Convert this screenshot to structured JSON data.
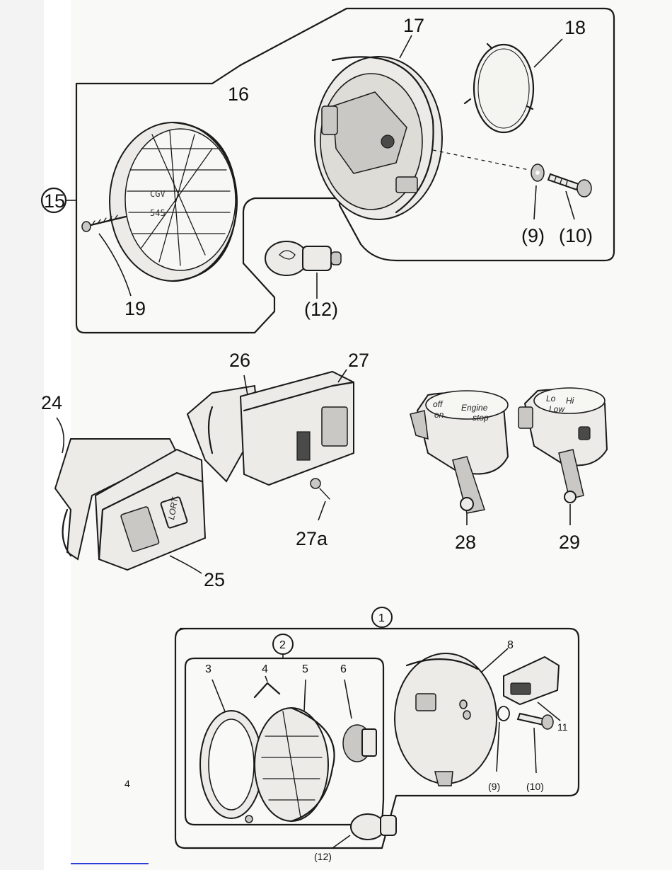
{
  "callouts": {
    "c1": "1",
    "c2": "2",
    "c3": "3",
    "c4": "4",
    "c5": "5",
    "c6": "6",
    "c8": "8",
    "c11": "11",
    "c9_bottom": "(9)",
    "c10_bottom": "(10)",
    "c12_bottom": "(12)",
    "c15": "15",
    "c16": "16",
    "c17": "17",
    "c18": "18",
    "c19": "19",
    "c9_top": "(9)",
    "c10_top": "(10)",
    "c12_top": "(12)",
    "c24": "24",
    "c25": "25",
    "c26": "26",
    "c27": "27",
    "c27a": "27a",
    "c28": "28",
    "c29": "29"
  },
  "part_text": {
    "lens_top_line1": "CGV",
    "lens_top_line2": "545",
    "switch28_line1": "off",
    "switch28_line2": "Engine",
    "switch28_line3": "on",
    "switch28_line4": "stop",
    "switch29_line1": "Lo",
    "switch29_line2": "Hi",
    "switch29_line3": "Low",
    "switch25_label": "LORT",
    "page_number": "4"
  },
  "colors": {
    "ink": "#1a1a1a",
    "paper": "#f9f9f7",
    "left_strip": "#f3f3f3",
    "link_underline": "#2a3fd6"
  }
}
